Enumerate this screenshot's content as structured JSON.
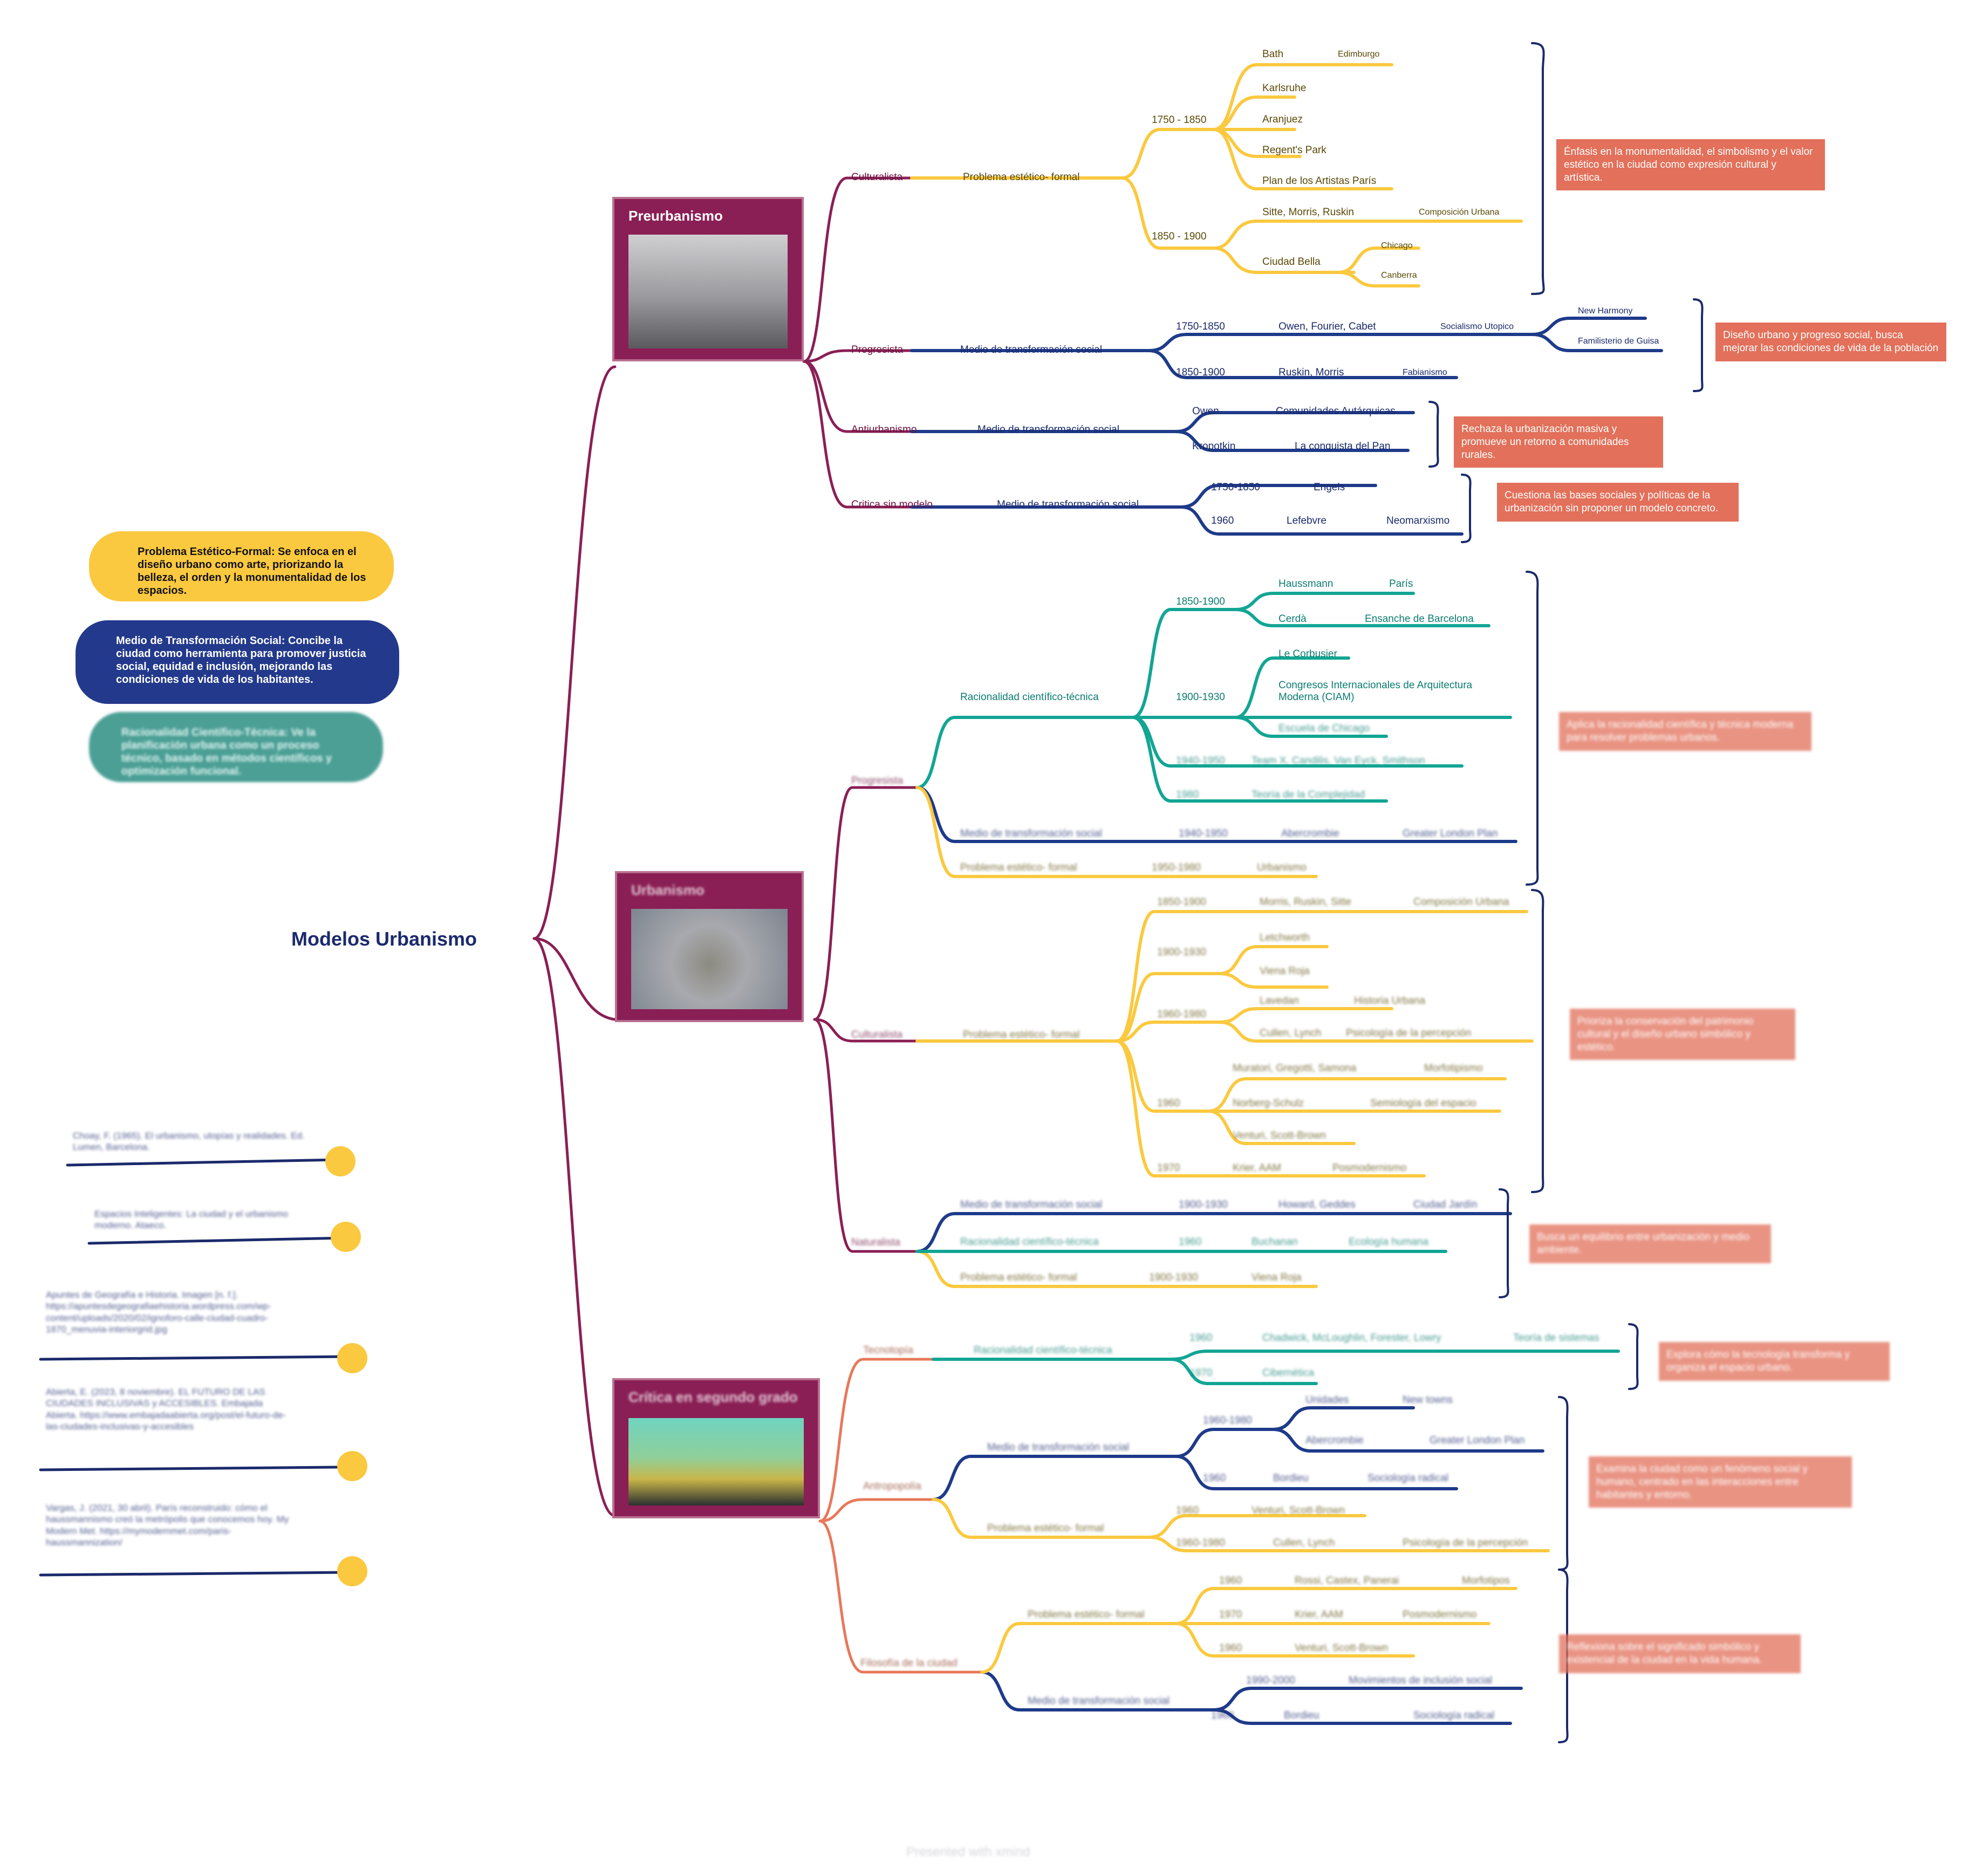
{
  "title": "Modelos Urbanismo",
  "colors": {
    "magenta": "#8a1f55",
    "yellow": "#fbc93f",
    "navy": "#1e3a8a",
    "teal": "#12a594",
    "coral": "#e2705a",
    "orange": "#e8785a"
  },
  "legend": [
    {
      "text": "Problema Estético-Formal: Se enfoca en el diseño urbano como arte, priorizando la belleza, el orden y la monumentalidad de los espacios.",
      "color": "#fbc93f"
    },
    {
      "text": "Medio de Transformación Social: Concibe la ciudad como herramienta para promover justicia social, equidad e inclusión, mejorando las condiciones de vida de los habitantes.",
      "color": "#23398c"
    },
    {
      "text": "Racionalidad Científico-Técnica: Ve la planificación urbana como un proceso técnico, basado en métodos científicos y optimización funcional.",
      "color": "#0f7f72"
    }
  ],
  "references": [
    "Choay, F. (1965). El urbanismo, utopías y realidades. Ed. Lumen, Barcelona.",
    "Espacios Inteligentes: La ciudad y el urbanismo moderno. Ataeco.",
    "Apuntes de Geografía e Historia. Imagen [n. f.]. https://apuntesdegeografiaehistoria.wordpress.com/wp-content/uploads/2020/02/ignoforo-calle-ciudad-cuadro-1870_menuvia-interiorgrid.jpg",
    "Abierta, E. (2023, 8 noviembre). EL FUTURO DE LAS CIUDADES INCLUSIVAS y ACCESIBLES. Embajada Abierta. https://www.embajadaabierta.org/post/el-futuro-de-las-ciudades-inclusivas-y-accesibles",
    "Vargas, J. (2021, 30 abril). París reconstruido: cómo el haussmannismo creó la metrópolis que conocemos hoy. My Modern Met. https://mymodernmet.com/paris-haussmannization/"
  ],
  "branches": [
    {
      "label": "Preurbanismo",
      "children": [
        {
          "label": "Culturalista",
          "type": "Problema estético- formal",
          "periods": [
            {
              "label": "1750 - 1850",
              "items": [
                [
                  "Bath",
                  "Edimburgo"
                ],
                [
                  "Karlsruhe"
                ],
                [
                  "Aranjuez"
                ],
                [
                  "Regent's Park"
                ],
                [
                  "Plan de los Artistas París"
                ]
              ]
            },
            {
              "label": "1850 - 1900",
              "items": [
                [
                  "Sitte, Morris, Ruskin",
                  "Composición Urbana"
                ],
                [
                  "Ciudad Bella",
                  "Chicago",
                  "Canberra"
                ]
              ]
            }
          ],
          "note": "Énfasis en la monumentalidad, el simbolismo y el valor estético en la ciudad como expresión cultural y artística."
        },
        {
          "label": "Progresista",
          "type": "Medio de transformación social",
          "periods": [
            {
              "label": "1750-1850",
              "items": [
                [
                  "Owen, Fourier, Cabet",
                  "Socialismo Utopico",
                  "New Harmony",
                  "Familisterio de Guisa"
                ]
              ]
            },
            {
              "label": "1850-1900",
              "items": [
                [
                  "Ruskin, Morris",
                  "Fabianismo"
                ]
              ]
            }
          ],
          "note": "Diseño urbano y progreso social, busca mejorar las condiciones de vida de la población"
        },
        {
          "label": "Antiurbanismo",
          "type": "Medio de transformación social",
          "periods": [
            {
              "label": "Owen",
              "items": [
                [
                  "Comunidades Autárquicas"
                ]
              ]
            },
            {
              "label": "Kropotkin",
              "items": [
                [
                  "La conquista del Pan"
                ]
              ]
            }
          ],
          "note": "Rechaza la urbanización masiva y promueve un retorno a comunidades rurales."
        },
        {
          "label": "Critica sin modelo",
          "type": "Medio de transformación social",
          "periods": [
            {
              "label": "1750-1850",
              "items": [
                [
                  "Engels"
                ]
              ]
            },
            {
              "label": "1960",
              "items": [
                [
                  "Lefebvre",
                  "Neomarxismo"
                ]
              ]
            }
          ],
          "note": "Cuestiona las bases sociales y políticas de la urbanización sin proponer un modelo concreto."
        }
      ]
    },
    {
      "label": "Urbanismo",
      "children": [
        {
          "label": "Progresista",
          "rows": [
            [
              "Racionalidad científico-técnica",
              "1850-1900",
              "Haussmann",
              "París"
            ],
            [
              "",
              "1850-1900",
              "Cerdà",
              "Ensanche de Barcelona"
            ],
            [
              "",
              "1900-1930",
              "Le Corbusier",
              ""
            ],
            [
              "",
              "1900-1930",
              "Congresos Internacionales de Arquitectura Moderna (CIAM)",
              ""
            ],
            [
              "",
              "1900-1930",
              "Escuela de Chicago",
              ""
            ],
            [
              "",
              "1940-1950",
              "Team X, Candilis, Van Eyck, Smithson",
              ""
            ],
            [
              "",
              "1980",
              "Teoría de la Complejidad",
              ""
            ],
            [
              "Medio de transformación social",
              "1940-1950",
              "Abercrombie",
              "Greater London Plan"
            ],
            [
              "Problema estético- formal",
              "1950-1980",
              "Urbanismo",
              ""
            ]
          ],
          "note": "Aplica la racionalidad científica y técnica moderna para resolver problemas urbanos."
        },
        {
          "label": "Culturalista",
          "type": "Problema estético- formal",
          "rows": [
            [
              "1850-1900",
              "Morris, Ruskin, Sitte",
              "Composición Urbana"
            ],
            [
              "1900-1930",
              "Letchworth",
              ""
            ],
            [
              "1900-1930",
              "Viena Roja",
              ""
            ],
            [
              "1960-1980",
              "Lavedan",
              "Historia Urbana"
            ],
            [
              "1960-1980",
              "Cullen, Lynch",
              "Psicología de la percepción"
            ],
            [
              "1960",
              "Muratori, Gregotti, Samona",
              "Morfotipismo"
            ],
            [
              "1960",
              "Norberg-Schulz",
              "Semiología del espacio"
            ],
            [
              "1960",
              "Venturi, Scott-Brown",
              ""
            ],
            [
              "1970",
              "Krier, AAM",
              "Posmodernismo"
            ]
          ],
          "note": "Prioriza la conservación del patrimonio cultural y el diseño urbano simbólico y estético."
        },
        {
          "label": "Naturalista",
          "rows": [
            [
              "Medio de transformación social",
              "1900-1930",
              "Howard, Geddes",
              "Ciudad Jardín"
            ],
            [
              "Racionalidad científico-técnica",
              "1960",
              "Buchanan",
              "Ecología humana"
            ],
            [
              "Problema estético- formal",
              "1900-1930",
              "Viena Roja",
              ""
            ]
          ],
          "note": "Busca un equilibrio entre urbanización y medio ambiente."
        }
      ]
    },
    {
      "label": "Crítica en segundo grado",
      "children": [
        {
          "label": "Tecnotopía",
          "type": "Racionalidad científico-técnica",
          "rows": [
            [
              "1960",
              "Chadwick, McLoughlin, Forester, Lowry",
              "Teoría de sistemas"
            ],
            [
              "1970",
              "Cibernética",
              ""
            ]
          ],
          "note": "Explora cómo la tecnología transforma y organiza el espacio urbano."
        },
        {
          "label": "Antropopolía",
          "rows": [
            [
              "Medio de transformación social",
              "1960-1980",
              "Unidades",
              "New towns"
            ],
            [
              "",
              "1960-1980",
              "Abercrombie",
              "Greater London Plan"
            ],
            [
              "",
              "1960",
              "Bordieu",
              "Sociología radical"
            ],
            [
              "Problema estético- formal",
              "1960",
              "Venturi, Scott-Brown",
              ""
            ],
            [
              "",
              "1960-1980",
              "Cullen, Lynch",
              "Psicología de la percepción"
            ]
          ],
          "note": "Examina la ciudad como un fenómeno social y humano, centrado en las interacciones entre habitantes y entorno."
        },
        {
          "label": "Filosofía de la ciudad",
          "rows": [
            [
              "Problema estético- formal",
              "1960",
              "Rossi, Castex, Panerai",
              "Morfotipos"
            ],
            [
              "",
              "1970",
              "Krier, AAM",
              "Posmodernismo"
            ],
            [
              "",
              "1960",
              "Venturi, Scott-Brown",
              ""
            ],
            [
              "Medio de transformación social",
              "1990-2000",
              "Movimientos de inclusión social",
              ""
            ],
            [
              "",
              "1960",
              "Bordieu",
              "Sociología radical"
            ]
          ],
          "note": "Reflexiona sobre el significado simbólico y existencial de la ciudad en la vida humana."
        }
      ]
    }
  ],
  "footer": "Presented with xmind"
}
